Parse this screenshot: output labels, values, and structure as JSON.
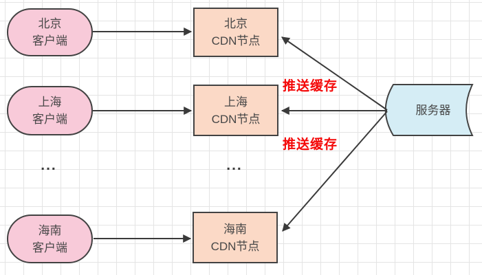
{
  "diagram": {
    "clients": [
      {
        "line1": "北京",
        "line2": "客户端"
      },
      {
        "line1": "上海",
        "line2": "客户端"
      },
      {
        "line1": "海南",
        "line2": "客户端"
      }
    ],
    "cdn_nodes": [
      {
        "line1": "北京",
        "line2": "CDN节点"
      },
      {
        "line1": "上海",
        "line2": "CDN节点"
      },
      {
        "line1": "海南",
        "line2": "CDN节点"
      }
    ],
    "server": {
      "label": "服务器"
    },
    "edge_labels": {
      "push_cache_top": "推送缓存",
      "push_cache_bottom": "推送缓存"
    },
    "ellipsis_clients": "...",
    "ellipsis_cdn": "...",
    "colors": {
      "client_fill": "#f8cad9",
      "cdn_fill": "#fbd9c6",
      "server_fill": "#d5edf5",
      "shape_border": "#424242",
      "connector": "#3a3a3a",
      "edge_label_text": "#f40808",
      "shape_text": "#474747",
      "grid_line": "#e4e4e4"
    }
  }
}
